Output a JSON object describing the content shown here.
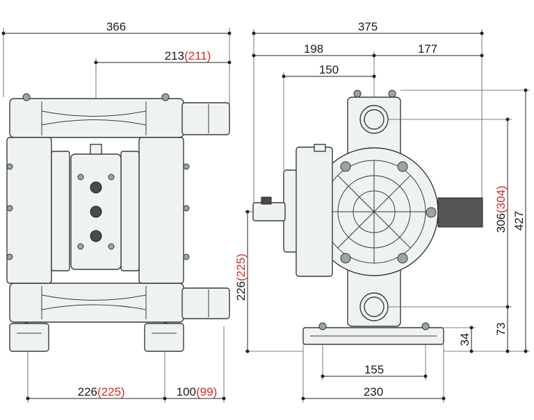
{
  "front_view": {
    "overall_width": "366",
    "port_width": "213",
    "port_width_alt": "(211)",
    "base_width": "226",
    "base_width_alt": "(225)",
    "foot_offset": "100",
    "foot_offset_alt": "(99)",
    "base_height": "226",
    "base_height_alt": "(225)"
  },
  "side_view": {
    "overall_width": "375",
    "left_part": "198",
    "right_part": "177",
    "center_offset": "150",
    "port_height": "306",
    "port_height_alt": "(304)",
    "overall_height": "427",
    "lower_port_height": "73",
    "foot_height": "34",
    "bolt_spacing": "155",
    "base_width": "230"
  },
  "colors": {
    "primary_dim": "#1a1a1a",
    "alt_dim": "#d42a2a"
  }
}
